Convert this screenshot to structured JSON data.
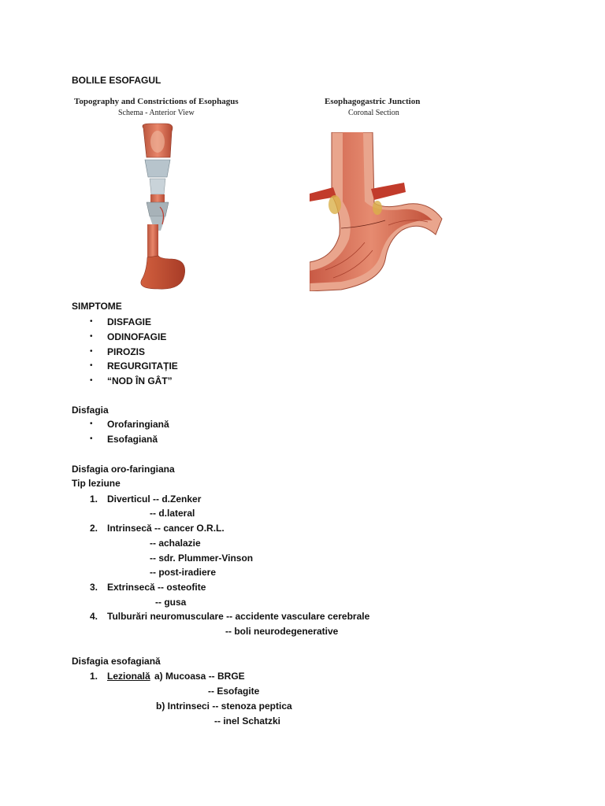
{
  "title": "BOLILE ESOFAGUL",
  "figures": {
    "left": {
      "title": "Topography and Constrictions of Esophagus",
      "subtitle": "Schema - Anterior View"
    },
    "right": {
      "title": "Esophagogastric Junction",
      "subtitle": "Coronal Section"
    }
  },
  "symptoms": {
    "heading": "SIMPTOME",
    "items": [
      "DISFAGIE",
      "ODINOFAGIE",
      "PIROZIS",
      "REGURGITAȚIE",
      "“NOD ÎN GÂT”"
    ]
  },
  "dysphagia": {
    "heading": "Disfagia",
    "items": [
      "Orofaringiană",
      "Esofagiană"
    ]
  },
  "oro": {
    "heading": "Disfagia oro-faringiana",
    "subheading": "Tip leziune",
    "lines": {
      "n1": "1.",
      "l1": "Diverticul -- d.Zenker",
      "l1b": "-- d.lateral",
      "n2": "2.",
      "l2": "Intrinsecă -- cancer O.R.L.",
      "l2b": "-- achalazie",
      "l2c": "-- sdr. Plummer-Vinson",
      "l2d": "-- post-iradiere",
      "n3": "3.",
      "l3": "Extrinsecă -- osteofite",
      "l3b": "-- gusa",
      "n4": "4.",
      "l4": "Tulburări neuromusculare -- accidente vasculare cerebrale",
      "l4b": "-- boli neurodegenerative"
    }
  },
  "eso": {
    "heading": "Disfagia esofagiană",
    "lines": {
      "n1": "1.",
      "label": "Lezională",
      "a": "a) Mucoasa -- BRGE",
      "a2": "-- Esofagite",
      "b": "b) Intrinseci  -- stenoza peptica",
      "b2": "-- inel Schatzki"
    }
  }
}
